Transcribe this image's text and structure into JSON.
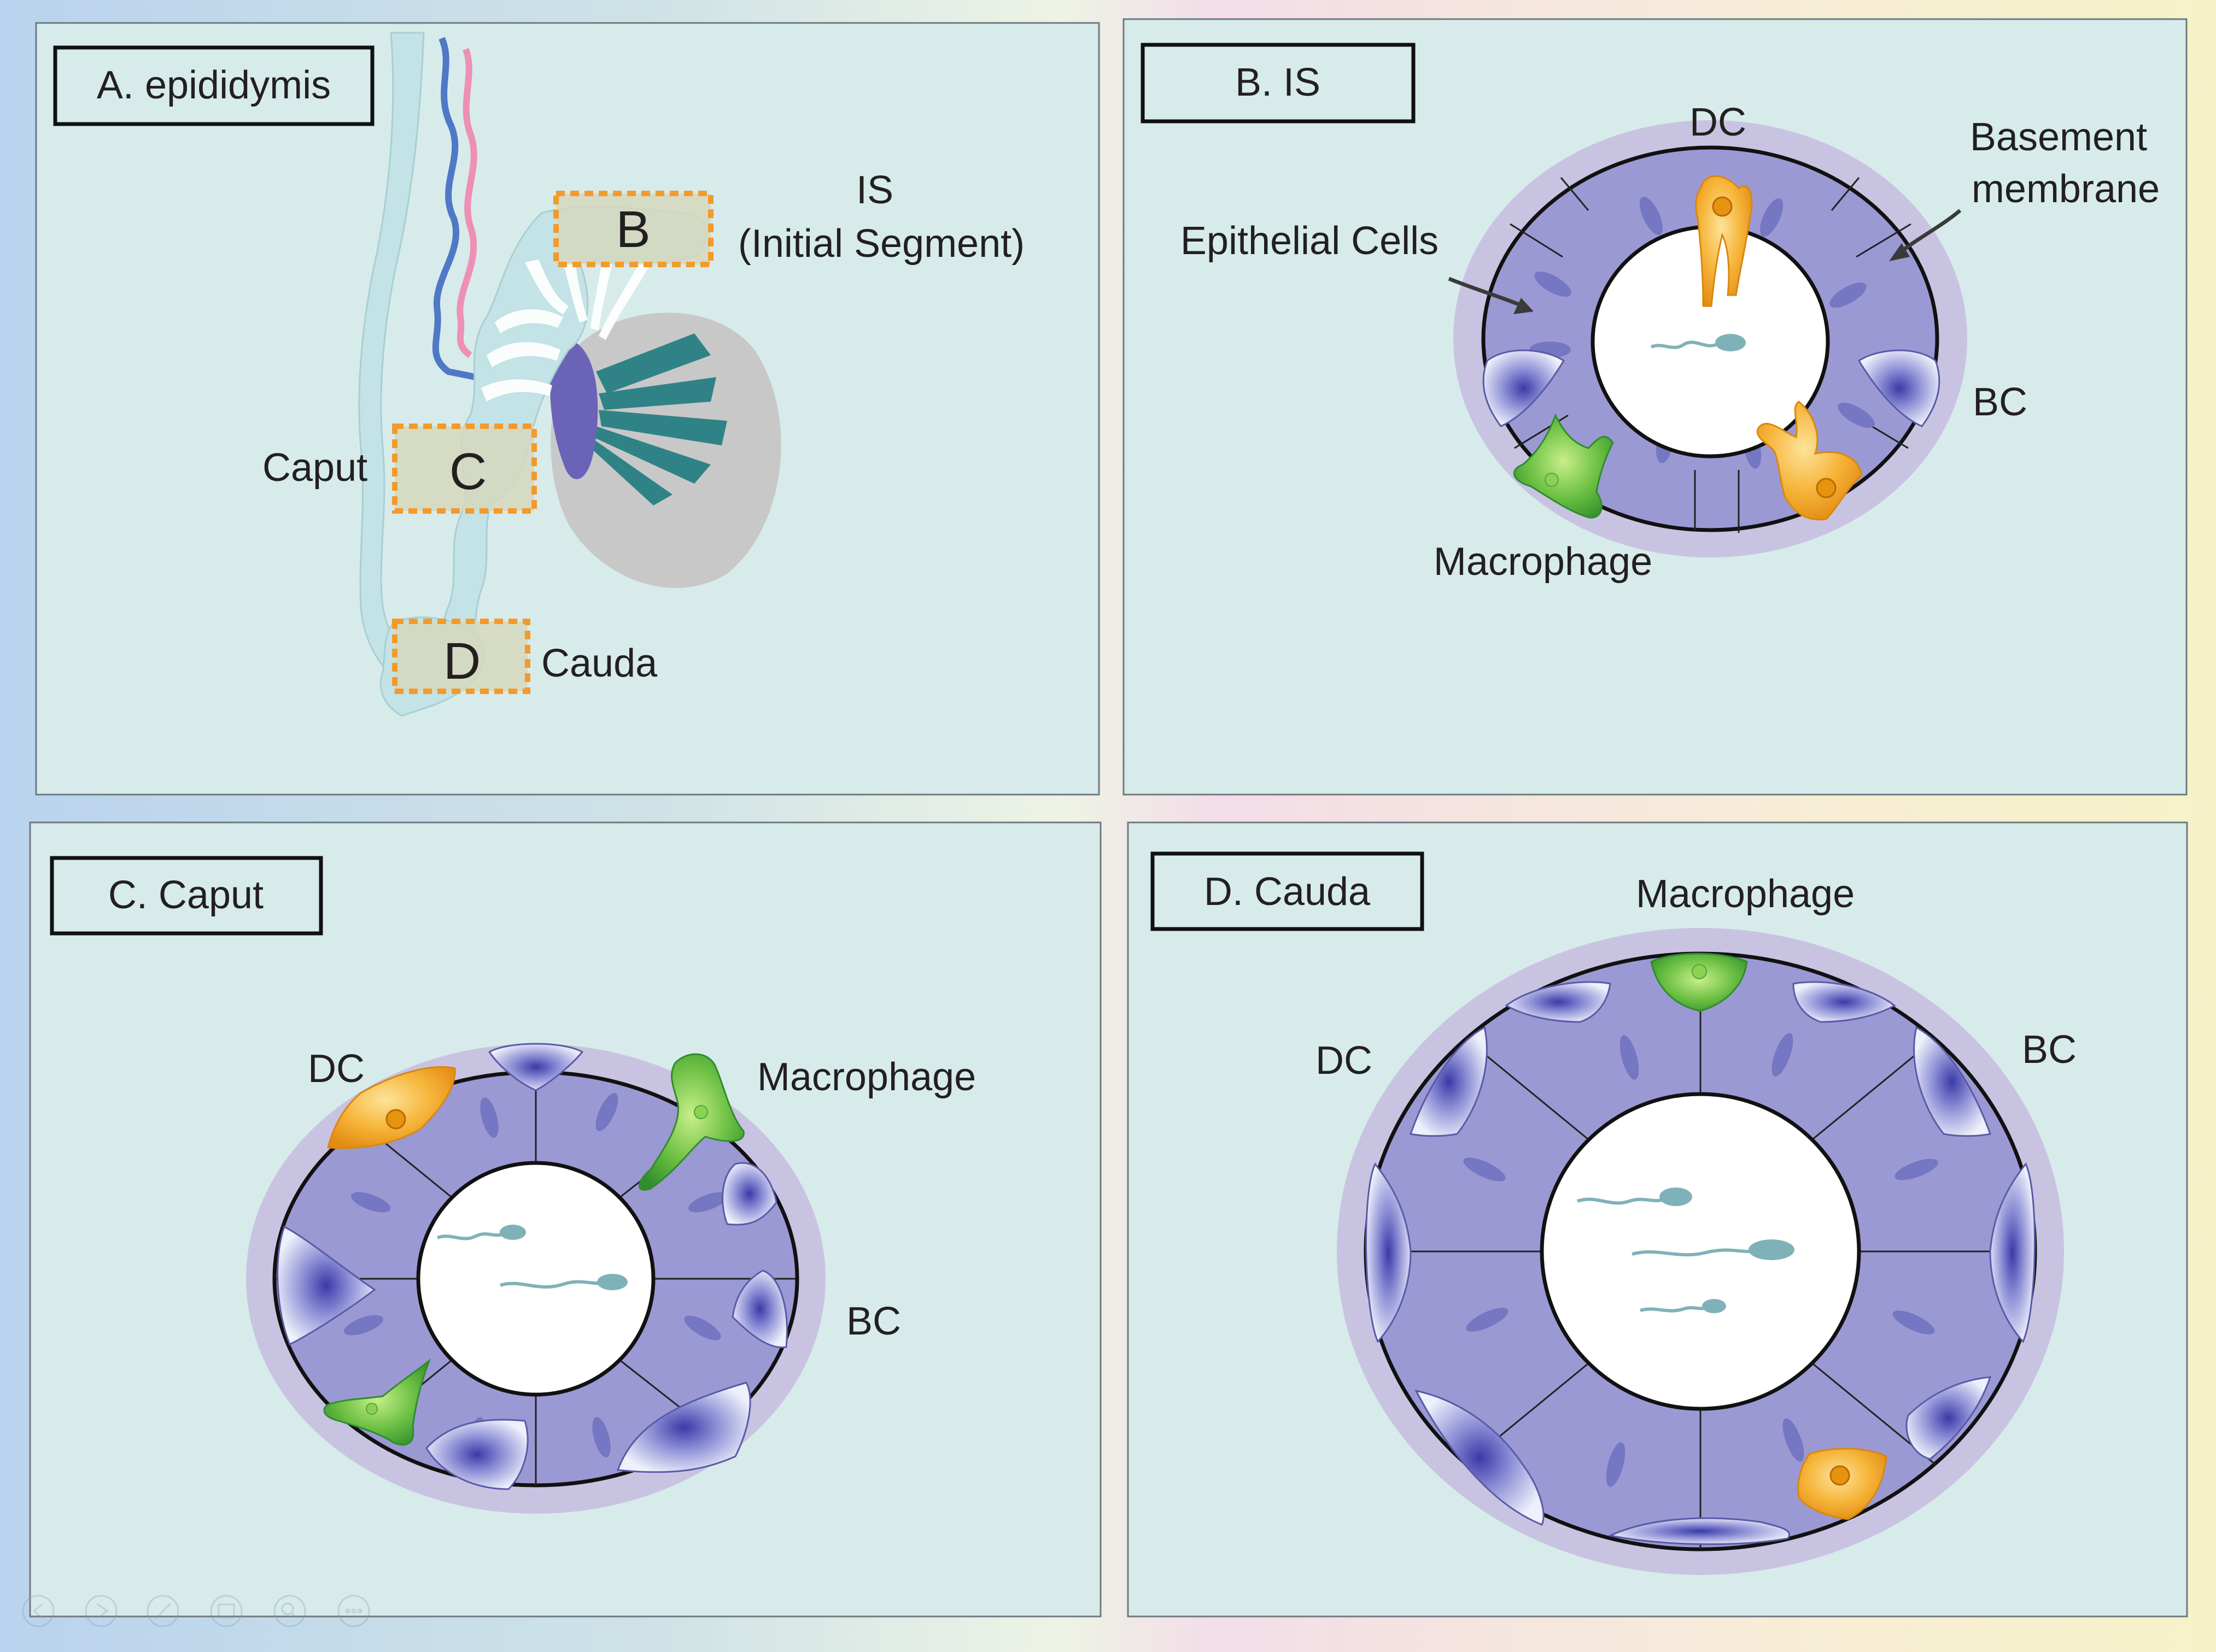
{
  "colors": {
    "panel_fill": "#d7ebeb",
    "panel_border": "#6f7a80",
    "basement": "#c9c3e2",
    "epithelium": "#9b99d4",
    "lumen": "#ffffff",
    "dc": "#f3a623",
    "macrophage": "#4fae3a",
    "sperm": "#7fb2b8",
    "duct": "#c3e3e6",
    "testis": "#c8c8c8",
    "rete": "#6a63b8",
    "tubules": "#2f8386",
    "artery": "#ee8fb4",
    "vein": "#4f78c6",
    "region_box": "#f39a2c"
  },
  "panels": {
    "a": {
      "title": "A. epididymis",
      "is_label": "IS",
      "is_sublabel": "(Initial Segment)",
      "caput_label": "Caput",
      "cauda_label": "Cauda",
      "box_b": "B",
      "box_c": "C",
      "box_d": "D"
    },
    "b": {
      "title": "B. IS",
      "dc": "DC",
      "basement_line1": "Basement",
      "basement_line2": "membrane",
      "epithelial": "Epithelial Cells",
      "bc": "BC",
      "macrophage": "Macrophage"
    },
    "c": {
      "title": "C. Caput",
      "dc": "DC",
      "macrophage": "Macrophage",
      "bc": "BC"
    },
    "d": {
      "title": "D. Cauda",
      "macrophage": "Macrophage",
      "dc": "DC",
      "bc": "BC"
    }
  },
  "toolbar_icons": [
    "prev-icon",
    "play-icon",
    "pen-icon",
    "slides-icon",
    "zoom-icon",
    "more-icon"
  ]
}
